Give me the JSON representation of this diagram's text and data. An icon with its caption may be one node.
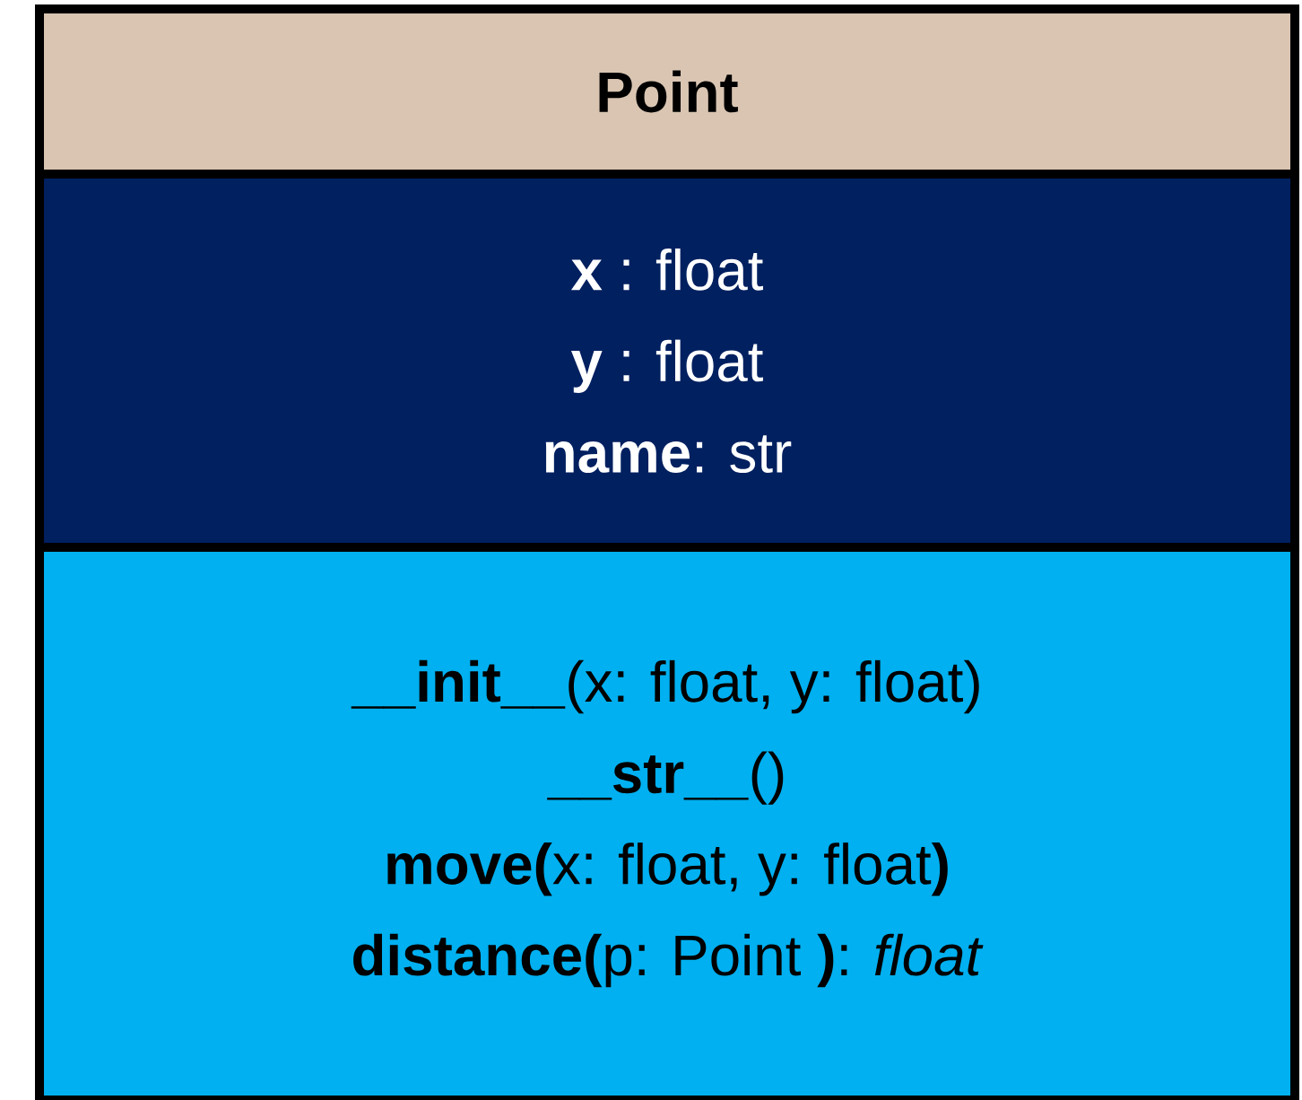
{
  "diagram": {
    "nodes": [
      {
        "text": [
          "**Point**"
        ]
      },
      {
        "text": [
          "**x** : float",
          "**y** : float",
          "**name**: str"
        ]
      },
      {
        "text": [
          "**__init__**(x: float, y: float)",
          "**__str__**()",
          "**move(**x: float, y: float**)**",
          "**distance(**p: Point **)**: *float*"
        ]
      }
    ]
  }
}
